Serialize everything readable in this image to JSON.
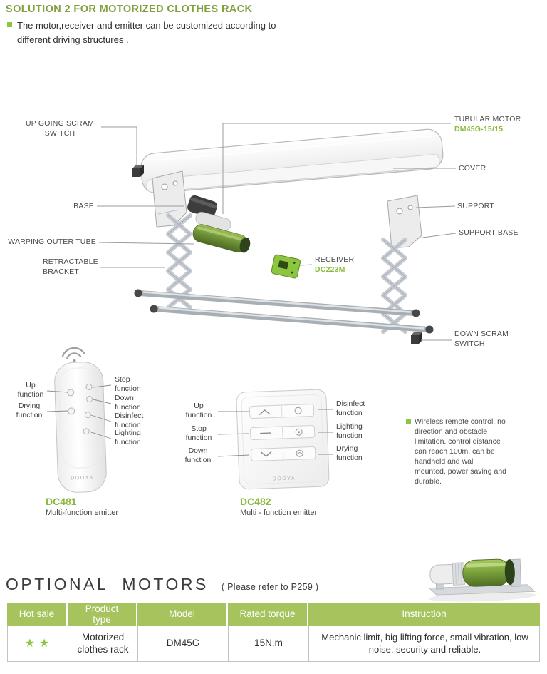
{
  "colors": {
    "brand_green": "#7fa03c",
    "part_green": "#8cba3e",
    "table_header_green": "#a7c35e",
    "star_green": "#8cc63f"
  },
  "header": {
    "title": "SOLUTION 2 FOR MOTORIZED CLOTHES RACK",
    "intro": "The motor,receiver and emitter can be customized according to different driving structures ."
  },
  "diagram": {
    "labels": {
      "up_scram_1": "UP GOING SCRAM",
      "up_scram_2": "SWITCH",
      "base": "BASE",
      "warping": "WARPING OUTER TUBE",
      "retractable_1": "RETRACTABLE",
      "retractable_2": "BRACKET",
      "tubular": "TUBULAR MOTOR",
      "tubular_part": "DM45G-15/15",
      "cover": "COVER",
      "support": "SUPPORT",
      "support_base": "SUPPORT BASE",
      "receiver": "RECEIVER",
      "receiver_part": "DC223M",
      "down_scram_1": "DOWN SCRAM",
      "down_scram_2": "SWITCH"
    }
  },
  "emitters": {
    "brand": "DOOYA",
    "note": "Wireless remote control, no direction and obstacle limitation. control distance can reach 100m, can be handheld and wall mounted, power saving and durable.",
    "dc481": {
      "model": "DC481",
      "caption": "Multi-function emitter",
      "labels_left": [
        "Up function",
        "Drying function"
      ],
      "labels_right": [
        "Stop function",
        "Down function",
        "Disinfect function",
        "Lighting function"
      ]
    },
    "dc482": {
      "model": "DC482",
      "caption": "Multi - function emitter",
      "labels_left": [
        "Up function",
        "Stop function",
        "Down function"
      ],
      "labels_right": [
        "Disinfect function",
        "Lighting function",
        "Drying function"
      ]
    }
  },
  "optional_motors": {
    "title": "OPTIONAL  MOTORS",
    "refer": "( Please refer to P259 )",
    "table": {
      "headers": [
        "Hot sale",
        "Product type",
        "Model",
        "Rated torque",
        "Instruction"
      ],
      "rows": [
        {
          "hot_sale": "★★",
          "product_type": "Motorized clothes rack",
          "model": "DM45G",
          "rated_torque": "15N.m",
          "instruction": "Mechanic limit, big lifting force, small vibration, low noise, security and reliable."
        }
      ]
    }
  }
}
